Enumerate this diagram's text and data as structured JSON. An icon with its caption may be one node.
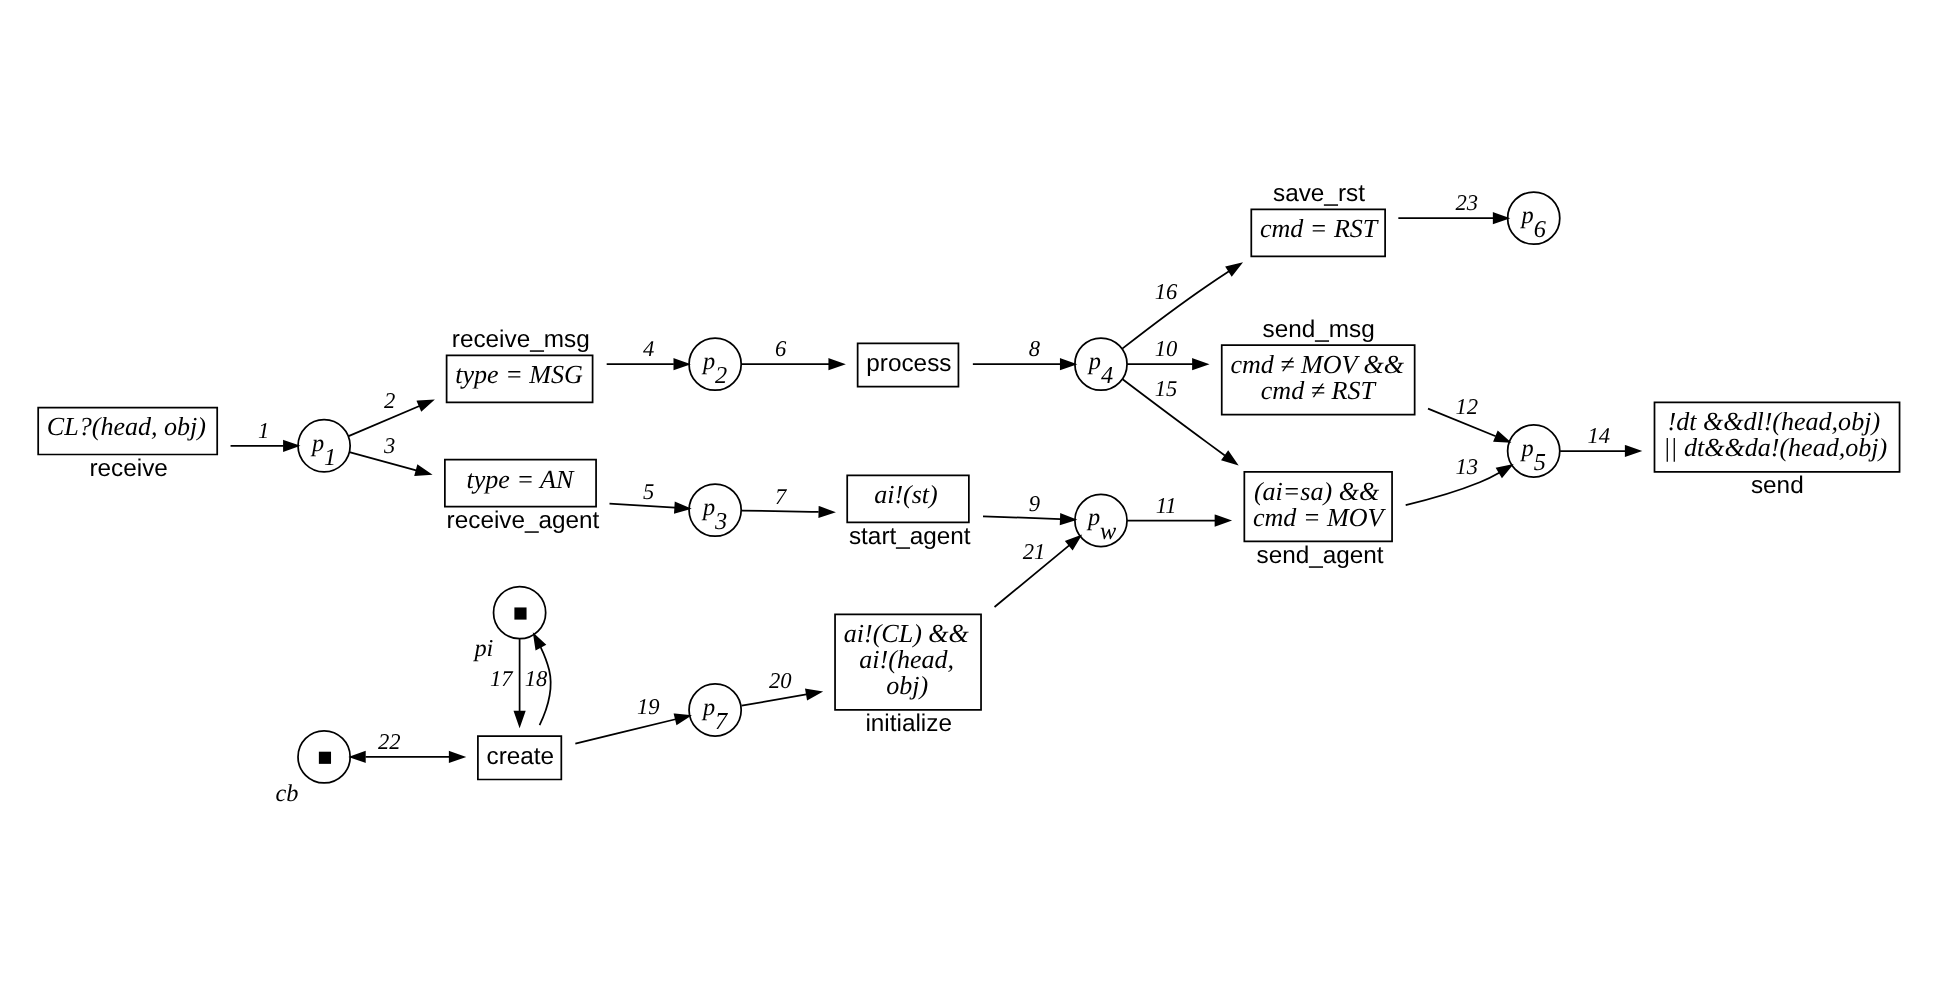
{
  "diagram": {
    "nodes": [
      {
        "text": [
          "CL?(head, obj)",
          "receive"
        ]
      },
      {
        "text": [
          "p$_{1}$"
        ]
      },
      {
        "text": [
          "receive_msg",
          "type = MSG"
        ]
      },
      {
        "text": [
          "type = AN",
          "receive_agent"
        ]
      },
      {
        "text": [
          "p$_{2}$"
        ]
      },
      {
        "text": [
          "process"
        ]
      },
      {
        "text": [
          "p$_{3}$"
        ]
      },
      {
        "text": [
          "ai!(st)",
          "start_agent"
        ]
      },
      {
        "text": [
          "p$_{4}$"
        ]
      },
      {
        "text": [
          "save_rst",
          "cmd = RST"
        ]
      },
      {
        "text": [
          "send_msg",
          "cmd ≠ MOV && cmd ≠ RST"
        ]
      },
      {
        "text": [
          "p$_{6}$"
        ]
      },
      {
        "text": [
          "p$_{5}$"
        ]
      },
      {
        "text": [
          "!dt &&dl!(head,obj) || dt&&da!(head,obj)",
          "send"
        ]
      },
      {
        "text": [
          "p$_{w}$"
        ]
      },
      {
        "text": [
          "(ai=sa) && cmd = MOV",
          "send_agent"
        ]
      },
      {
        "text": [],
        "shape": "circle",
        "beside": [
          "pi"
        ]
      },
      {
        "text": [],
        "shape": "circle",
        "beside": [
          "cb"
        ]
      },
      {
        "text": [
          "create"
        ]
      },
      {
        "text": [
          "p$_{7}$"
        ]
      },
      {
        "text": [
          "ai!(CL) && ai!(head, obj)",
          "initialize"
        ]
      }
    ],
    "edges": [
      {
        "from": 0,
        "to": 1,
        "arrow": "to",
        "label": "1"
      },
      {
        "from": 1,
        "to": 2,
        "arrow": "to",
        "label": "2"
      },
      {
        "from": 1,
        "to": 3,
        "arrow": "to",
        "label": "3"
      },
      {
        "from": 2,
        "to": 4,
        "arrow": "to",
        "label": "4"
      },
      {
        "from": 3,
        "to": 6,
        "arrow": "to",
        "label": "5"
      },
      {
        "from": 4,
        "to": 5,
        "arrow": "to",
        "label": "6"
      },
      {
        "from": 6,
        "to": 7,
        "arrow": "to",
        "label": "7"
      },
      {
        "from": 5,
        "to": 8,
        "arrow": "to",
        "label": "8"
      },
      {
        "from": 7,
        "to": 14,
        "arrow": "to",
        "label": "9"
      },
      {
        "from": 8,
        "to": 10,
        "arrow": "to",
        "label": "10"
      },
      {
        "from": 14,
        "to": 15,
        "arrow": "to",
        "label": "11"
      },
      {
        "from": 10,
        "to": 12,
        "arrow": "to",
        "label": "12"
      },
      {
        "from": 15,
        "to": 12,
        "arrow": "to",
        "label": "13"
      },
      {
        "from": 12,
        "to": 13,
        "arrow": "to",
        "label": "14"
      },
      {
        "from": 8,
        "to": 15,
        "arrow": "to",
        "label": "15"
      },
      {
        "from": 8,
        "to": 9,
        "arrow": "to",
        "label": "16"
      },
      {
        "from": 16,
        "to": 18,
        "arrow": "to",
        "label": "17"
      },
      {
        "from": 18,
        "to": 16,
        "arrow": "to",
        "label": "18"
      },
      {
        "from": 18,
        "to": 19,
        "arrow": "to",
        "label": "19"
      },
      {
        "from": 19,
        "to": 20,
        "arrow": "to",
        "label": "20"
      },
      {
        "from": 20,
        "to": 14,
        "arrow": "to",
        "label": "21"
      },
      {
        "from": 17,
        "to": 18,
        "arrow": "both",
        "label": "22"
      },
      {
        "from": 9,
        "to": 11,
        "arrow": "to",
        "label": "23"
      }
    ]
  }
}
